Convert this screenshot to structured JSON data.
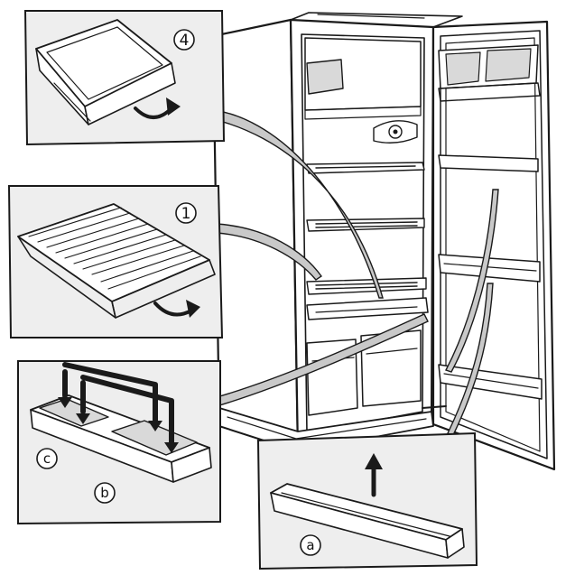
{
  "callouts": {
    "crisper_cover": {
      "label": "4"
    },
    "shelf": {
      "label": "1"
    },
    "egg_tray_c": {
      "label": "c"
    },
    "egg_tray_b": {
      "label": "b"
    },
    "door_bin": {
      "label": "a"
    }
  },
  "colors": {
    "ink": "#1a1a1a",
    "panel_bg": "#eeeeee",
    "paper": "#ffffff",
    "shade": "#d9d9d9"
  }
}
